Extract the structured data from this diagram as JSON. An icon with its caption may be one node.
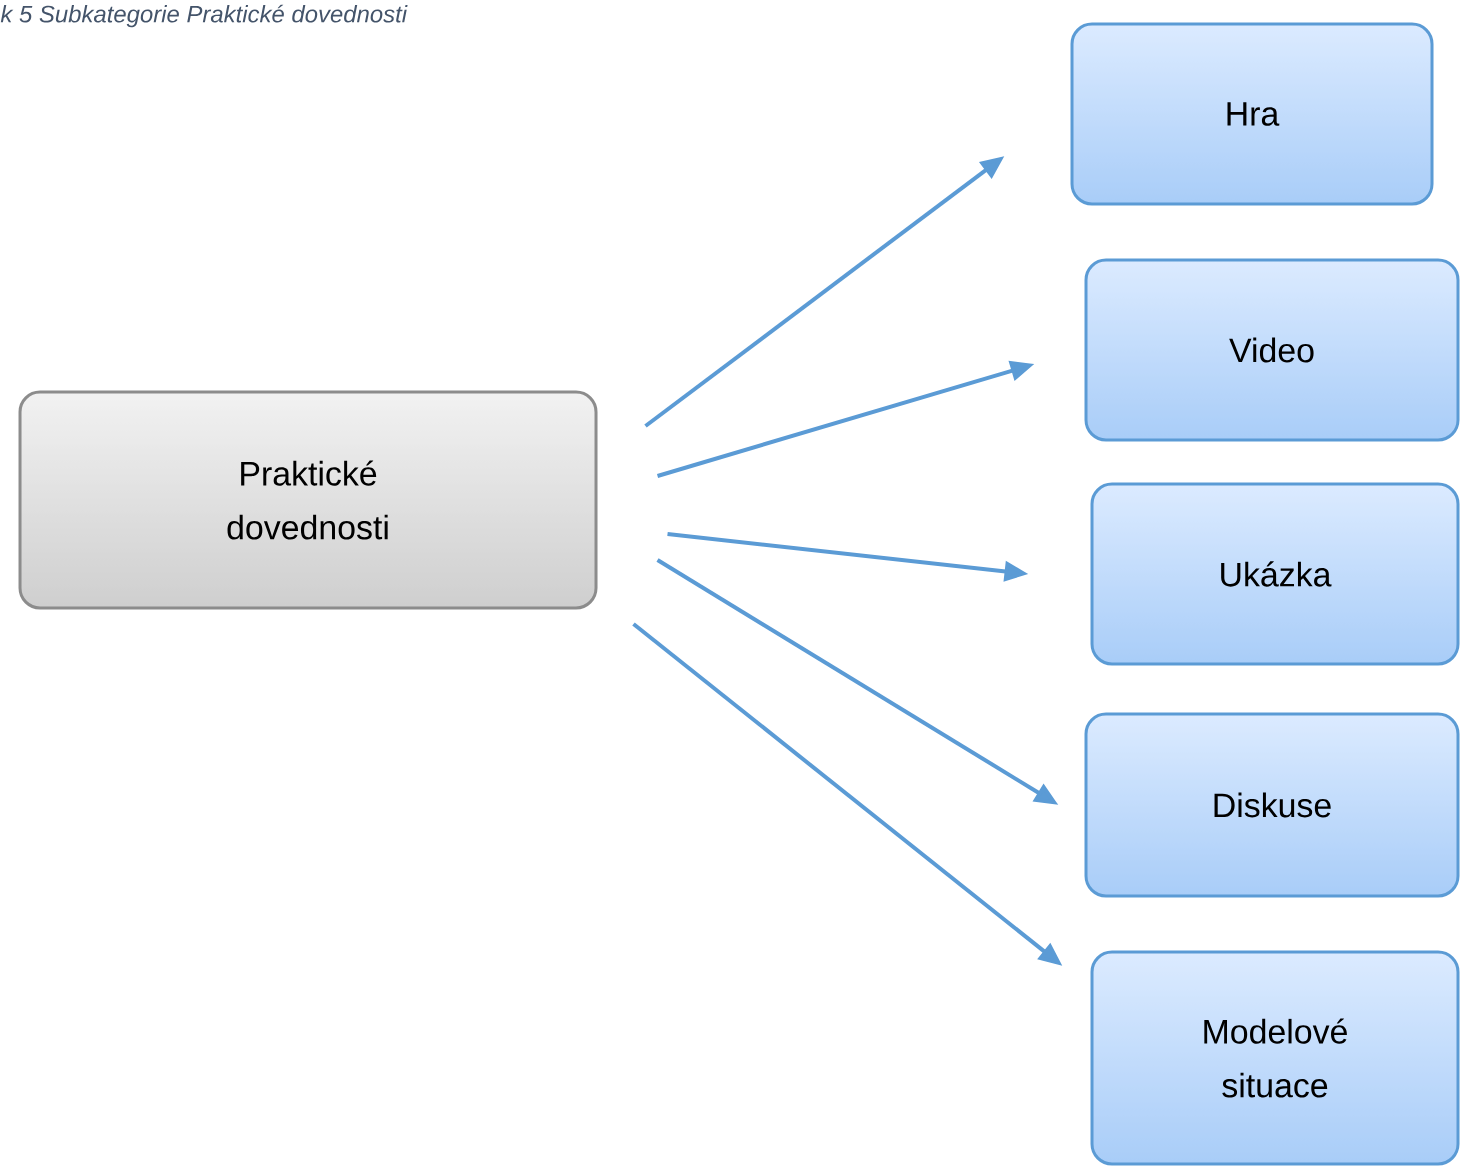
{
  "diagram": {
    "caption": "k 5 Subkategorie Praktické dovednosti",
    "nodes": [
      {
        "text": [
          "Praktické dovednosti"
        ]
      },
      {
        "text": [
          "Hra"
        ]
      },
      {
        "text": [
          "Video"
        ]
      },
      {
        "text": [
          "Ukázka"
        ]
      },
      {
        "text": [
          "Diskuse"
        ]
      },
      {
        "text": [
          "Modelové situace"
        ]
      }
    ],
    "edges": [
      {
        "from": 0,
        "to": 1,
        "arrow": "to"
      },
      {
        "from": 0,
        "to": 2,
        "arrow": "to"
      },
      {
        "from": 0,
        "to": 3,
        "arrow": "to"
      },
      {
        "from": 0,
        "to": 4,
        "arrow": "to"
      },
      {
        "from": 0,
        "to": 5,
        "arrow": "to"
      }
    ]
  }
}
